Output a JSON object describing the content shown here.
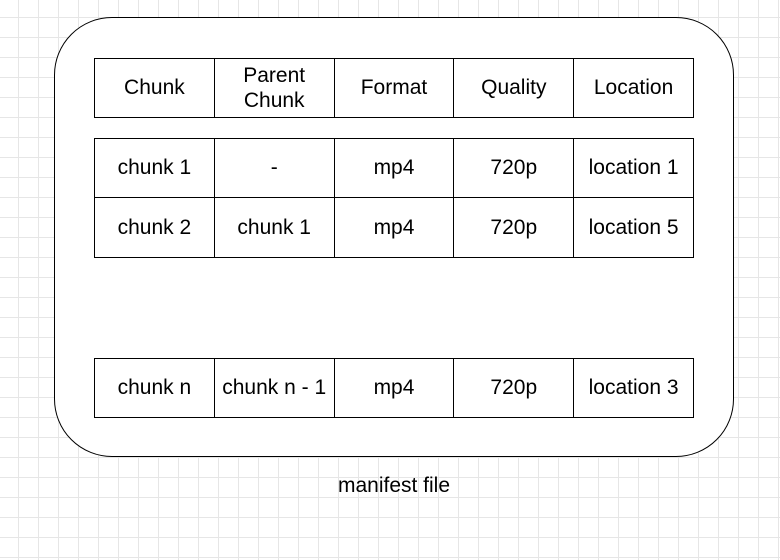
{
  "header": [
    "Chunk",
    "Parent Chunk",
    "Format",
    "Quality",
    "Location"
  ],
  "rows": [
    [
      "chunk 1",
      "-",
      "mp4",
      "720p",
      "location 1"
    ],
    [
      "chunk 2",
      "chunk 1",
      "mp4",
      "720p",
      "location 5"
    ],
    [
      "chunk n",
      "chunk n - 1",
      "mp4",
      "720p",
      "location 3"
    ]
  ],
  "caption": "manifest file"
}
